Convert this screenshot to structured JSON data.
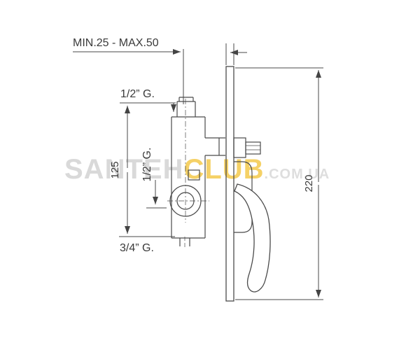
{
  "dimensions": {
    "wall_depth": "MIN.25 - MAX.50",
    "inlet_top": "1/2” G.",
    "height_125": "125",
    "outlet_side": "1/2” G.",
    "outlet_bottom": "3/4” G.",
    "plate_height": "220"
  },
  "watermark": {
    "part1": "SANTEH",
    "part2": "CLUB",
    "part3": ".COM.UA"
  }
}
